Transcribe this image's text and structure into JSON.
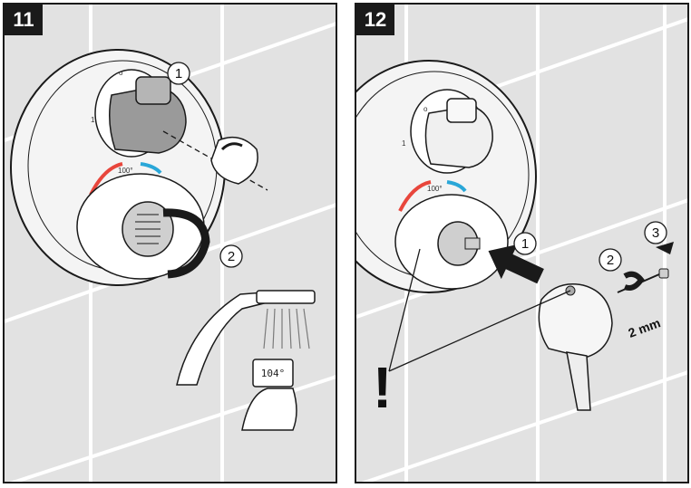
{
  "panels": [
    {
      "step": "11",
      "callouts": [
        "1",
        "2"
      ],
      "dial_label": "100°",
      "display_value": "104°",
      "ring_mark": "1"
    },
    {
      "step": "12",
      "callouts": [
        "1",
        "2",
        "3"
      ],
      "dial_label": "100°",
      "ring_mark": "1",
      "allen_key_size": "2 mm",
      "warning_symbol": "!"
    }
  ],
  "colors": {
    "hot": "#e8463c",
    "cold": "#2aa7d8",
    "tile": "#e2e2e2",
    "grout": "#ffffff",
    "line": "#1a1a1a"
  },
  "icons": [
    "rotate-arrow-icon",
    "push-arrow-icon",
    "hand-shower-icon",
    "thermometer-icon",
    "allen-key-icon"
  ]
}
